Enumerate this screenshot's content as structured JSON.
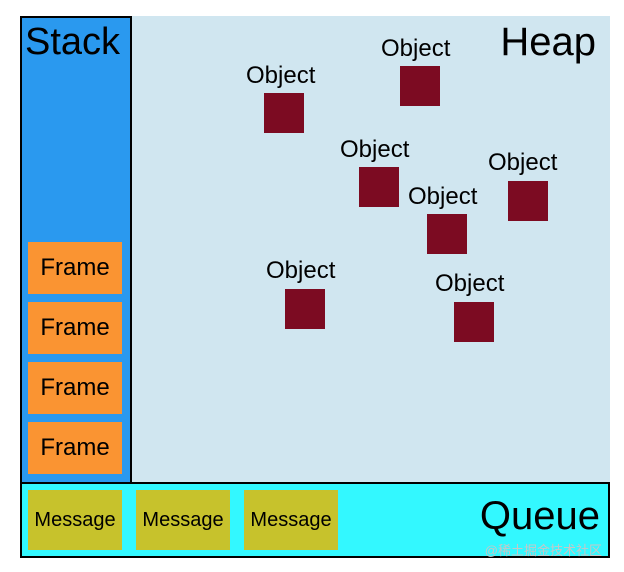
{
  "heap": {
    "title": "Heap",
    "object_label": "Object"
  },
  "stack": {
    "title": "Stack",
    "frames": [
      "Frame",
      "Frame",
      "Frame",
      "Frame"
    ]
  },
  "queue": {
    "title": "Queue",
    "messages": [
      "Message",
      "Message",
      "Message"
    ]
  },
  "watermark": "@稀土掘金技术社区",
  "colors": {
    "stack": "#2a99ef",
    "frame": "#fa9432",
    "heap": "#d0e6f0",
    "object": "#7c0b22",
    "queue": "#33f8ff",
    "message": "#c7c22c"
  }
}
